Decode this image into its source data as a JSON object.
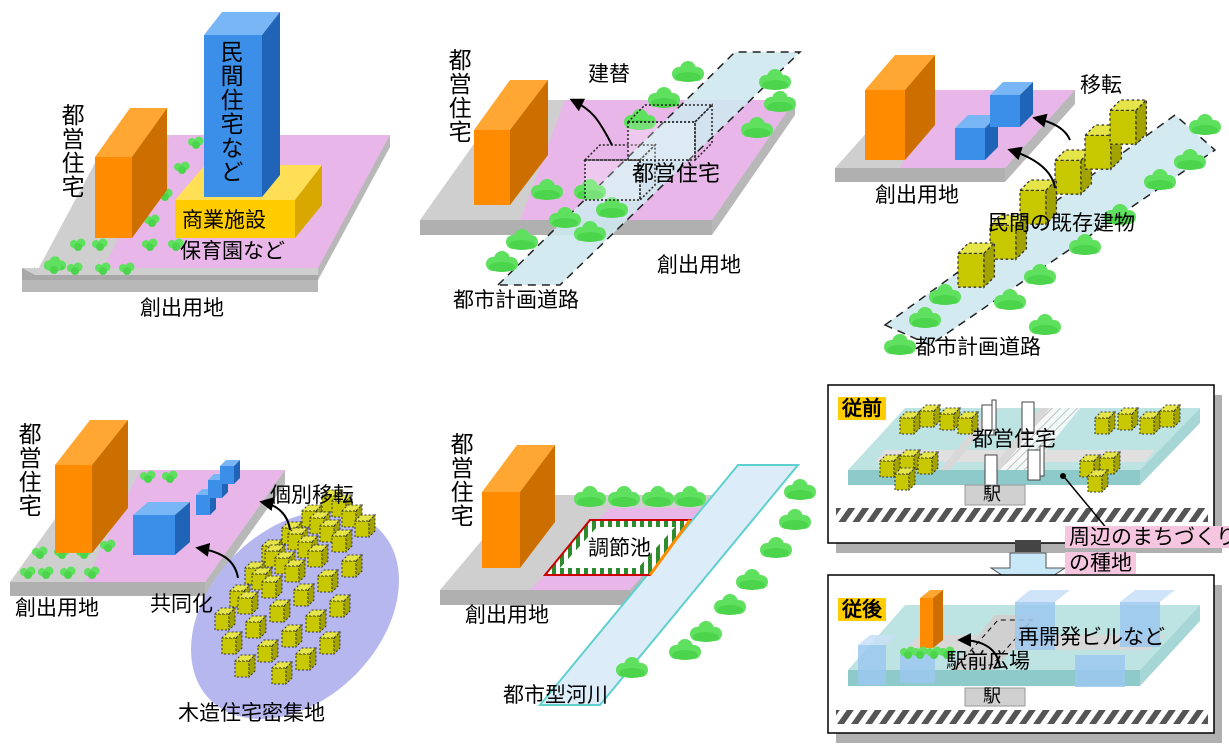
{
  "panels": {
    "p1": {
      "tokyo_housing": "都営住宅",
      "private_housing": "民間住宅など",
      "commercial": "商業施設",
      "nursery": "保育園など",
      "created_land": "創出用地"
    },
    "p2": {
      "tokyo_housing": "都営住宅",
      "rebuild": "建替",
      "tokyo_housing_on_land": "都営住宅",
      "created_land": "創出用地",
      "road": "都市計画道路"
    },
    "p3": {
      "relocation": "移転",
      "created_land": "創出用地",
      "existing_buildings": "民間の既存建物",
      "road": "都市計画道路"
    },
    "p4": {
      "tokyo_housing": "都営住宅",
      "individual_relocation": "個別移転",
      "created_land": "創出用地",
      "joint": "共同化",
      "wooden_dense": "木造住宅密集地"
    },
    "p5": {
      "tokyo_housing": "都営住宅",
      "regulating_pond": "調節池",
      "created_land": "創出用地",
      "urban_river": "都市型河川"
    },
    "p6": {
      "before_tag": "従前",
      "tokyo_housing": "都営住宅",
      "station_before": "駅",
      "seed_land_line1": "周辺のまちづくり",
      "seed_land_line2": "の種地",
      "after_tag": "従後",
      "redevelopment": "再開発ビルなど",
      "station_plaza": "駅前広場",
      "station_after": "駅"
    }
  },
  "colors": {
    "orange_building": "#ff8c00",
    "blue_building": "#3b8fe8",
    "yellow_label": "#ffcc00",
    "pink_land": "#e8b6e8",
    "gray_base": "#cfcfcf",
    "tree_green": "#5fe05f",
    "olive_house": "#c8c800",
    "road_blue": "#cfe8f0",
    "lavender_area": "#b7b7f0",
    "pond_green": "#2e8b2e",
    "arrow_down": "#c8e8f8"
  }
}
